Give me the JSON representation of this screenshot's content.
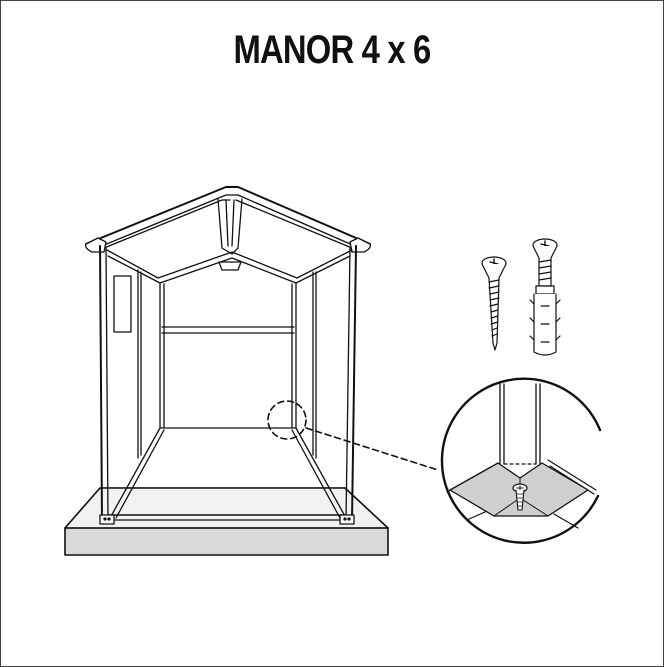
{
  "title": "MANOR 4 x 6",
  "illustration": {
    "subject": "shed-assembled-on-base",
    "parts": [
      "screw",
      "screw-with-wall-anchor"
    ],
    "detail_callout": "corner-base-plate-screw-detail"
  },
  "colors": {
    "line": "#111111",
    "base_fill": "#d9d9d9",
    "plate_fill": "#cfcfcf",
    "background": "#ffffff",
    "frame": "#444444"
  }
}
